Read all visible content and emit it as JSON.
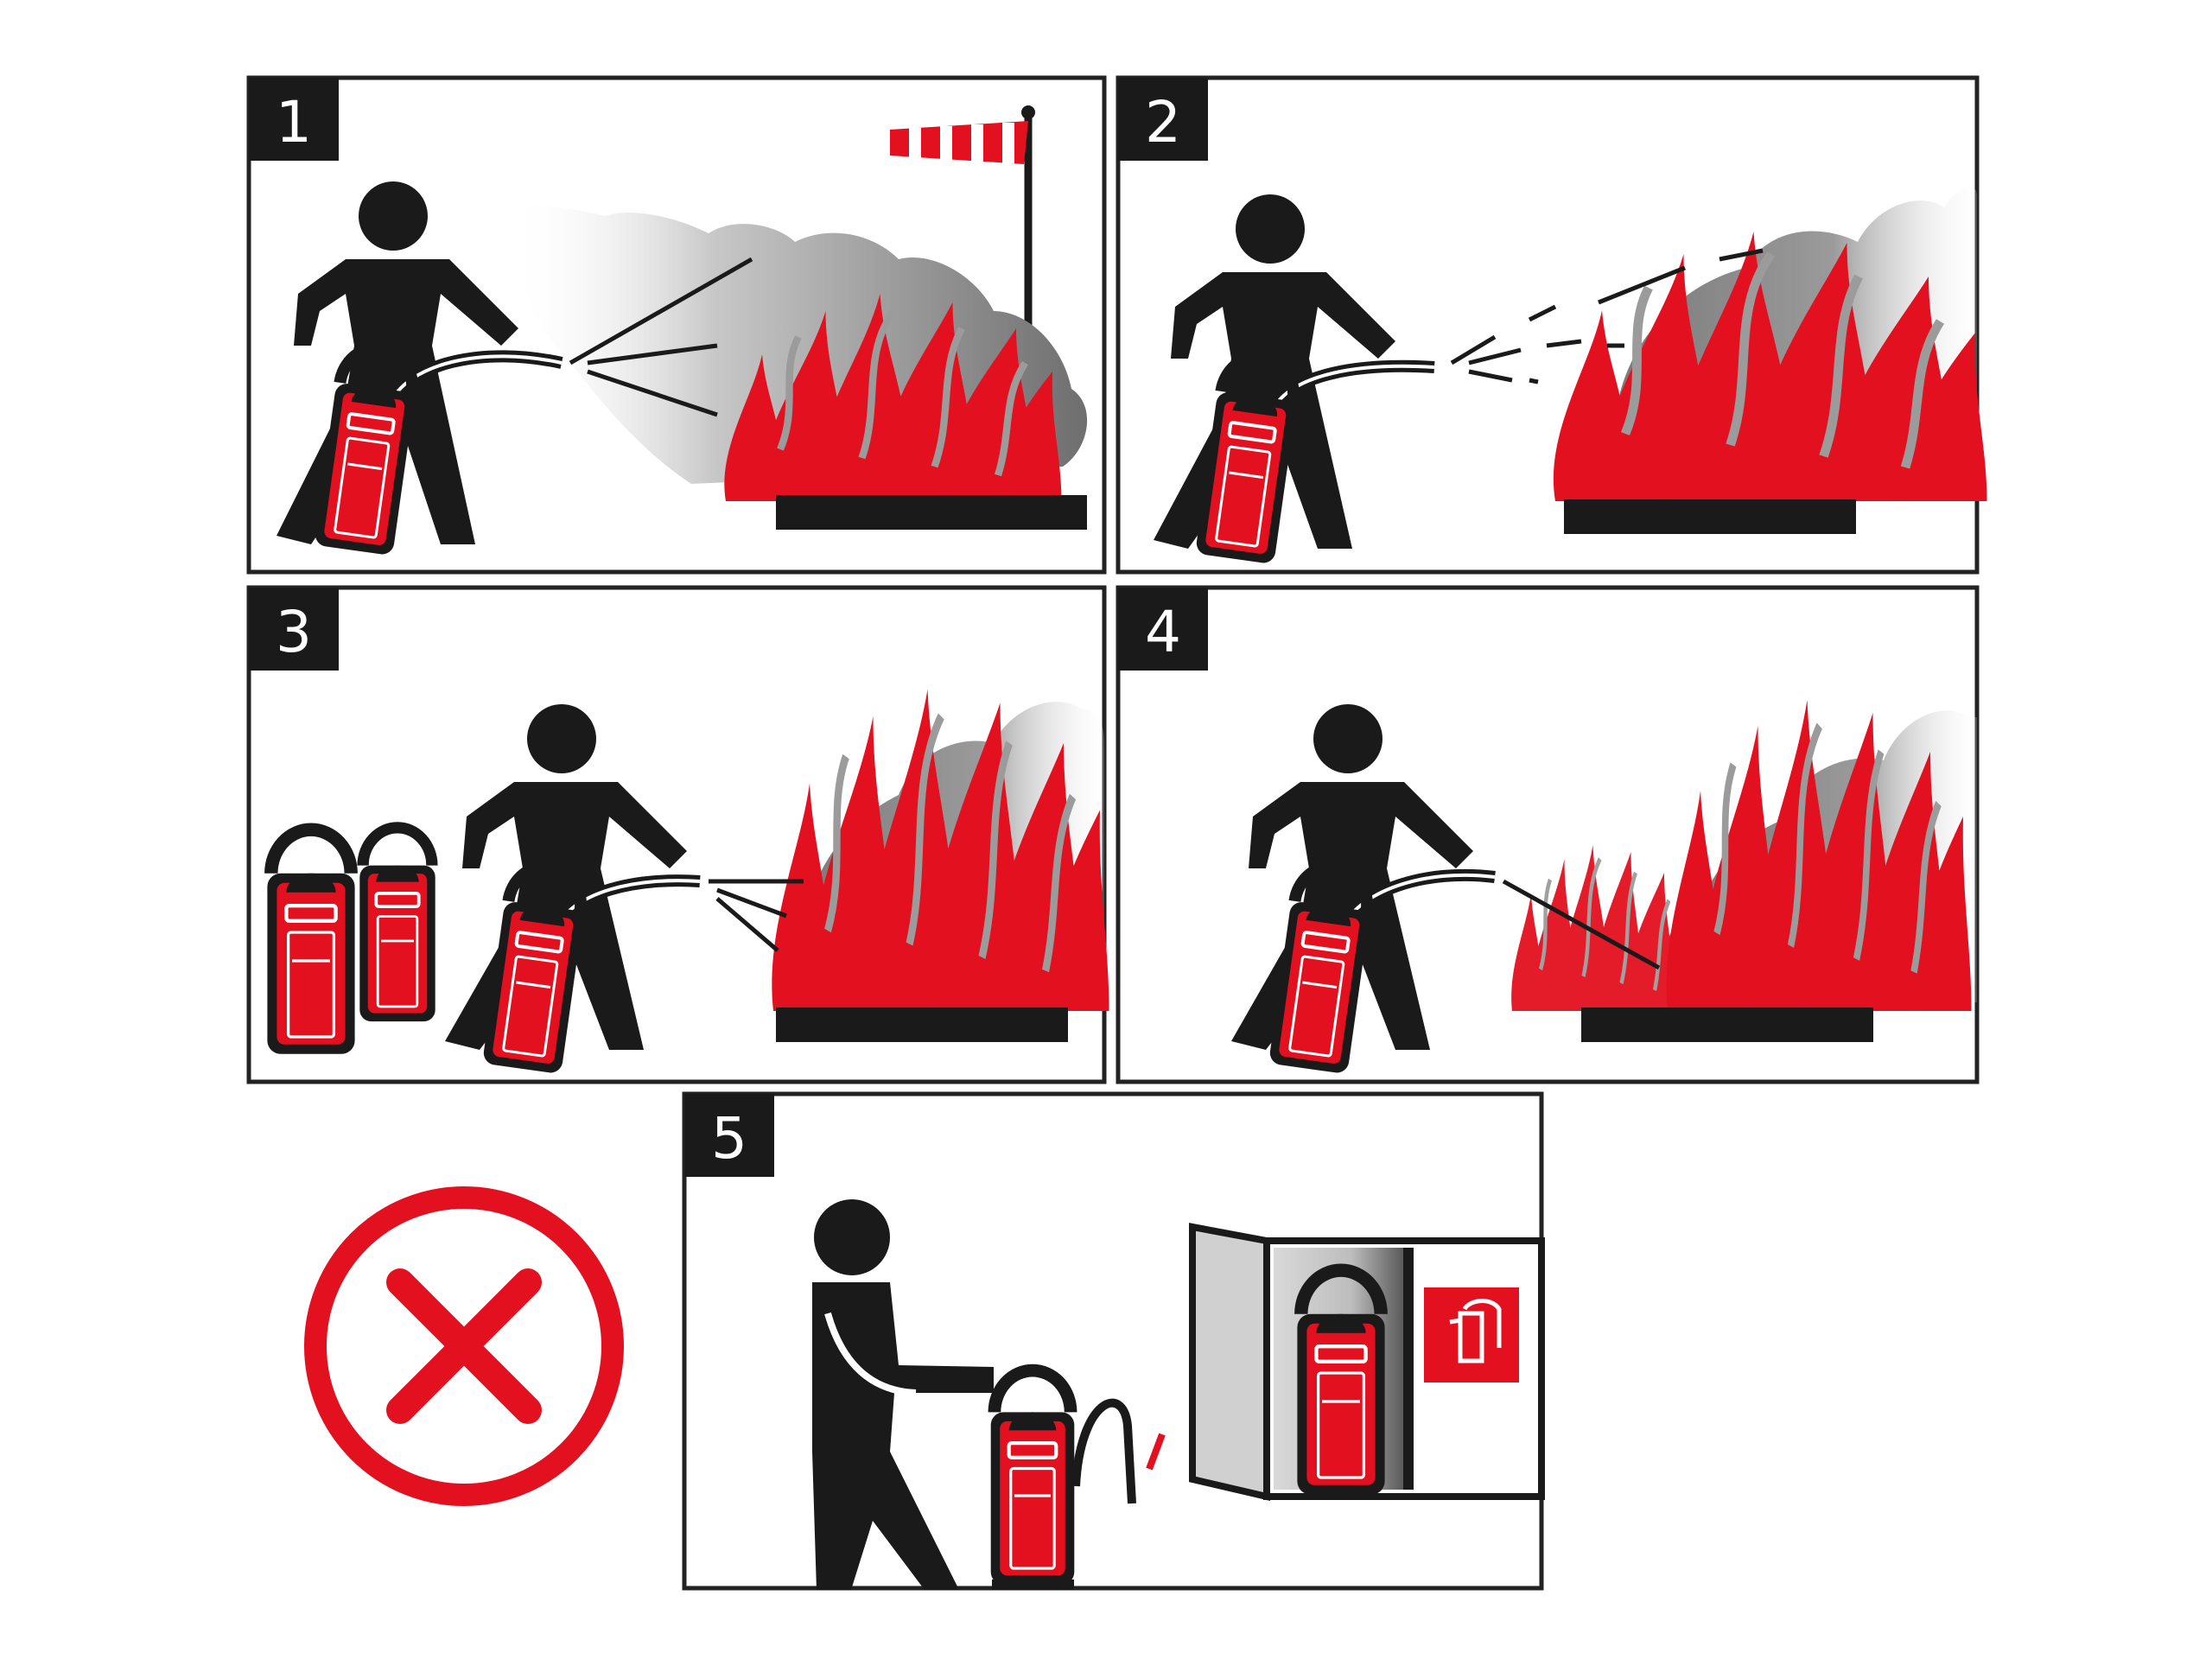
{
  "colors": {
    "red": "#e3101f",
    "black": "#1a1a1a",
    "smoke": "#8a8a8a",
    "frame": "#222222",
    "background": "#ffffff"
  },
  "panels": [
    {
      "number": "1",
      "scene": "approach-with-wind"
    },
    {
      "number": "2",
      "scene": "aim-at-base"
    },
    {
      "number": "3",
      "scene": "use-several-extinguishers"
    },
    {
      "number": "4",
      "scene": "extinguish-front-first"
    },
    {
      "number": "5",
      "scene": "return-to-cabinet"
    }
  ],
  "prohibition": {
    "icon": "prohibition-x-icon"
  },
  "icons": [
    "windsock-icon",
    "fire-extinguisher-icon",
    "fire-icon",
    "smoke-icon",
    "cabinet-icon",
    "fire-extinguisher-sign-icon"
  ]
}
